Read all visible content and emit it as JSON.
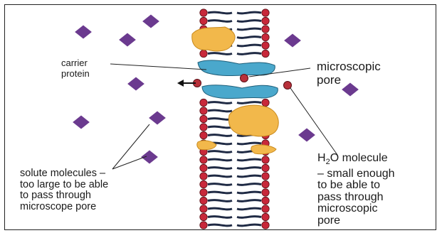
{
  "labels": {
    "carrier_protein": [
      "carrier",
      "protein"
    ],
    "microscopic_pore": [
      "microscopic",
      "pore"
    ],
    "solute_molecules": [
      "solute molecules –",
      "too large to be able",
      "to pass through",
      "microscope pore"
    ],
    "h2o_prefix": "H",
    "h2o_subscript": "2",
    "h2o_suffix": "O molecule",
    "h2o_lines": [
      "– small enough",
      "to be able to",
      "pass through",
      "microscopic",
      "pore"
    ]
  },
  "colors": {
    "phospholipid_head": "#c8283a",
    "phospholipid_tail": "#1f2a44",
    "carrier_protein": "#4aa8cc",
    "embedded_protein": "#f2b84b",
    "solute_molecule": "#6b3a8f",
    "water_molecule": "#b8303a"
  }
}
